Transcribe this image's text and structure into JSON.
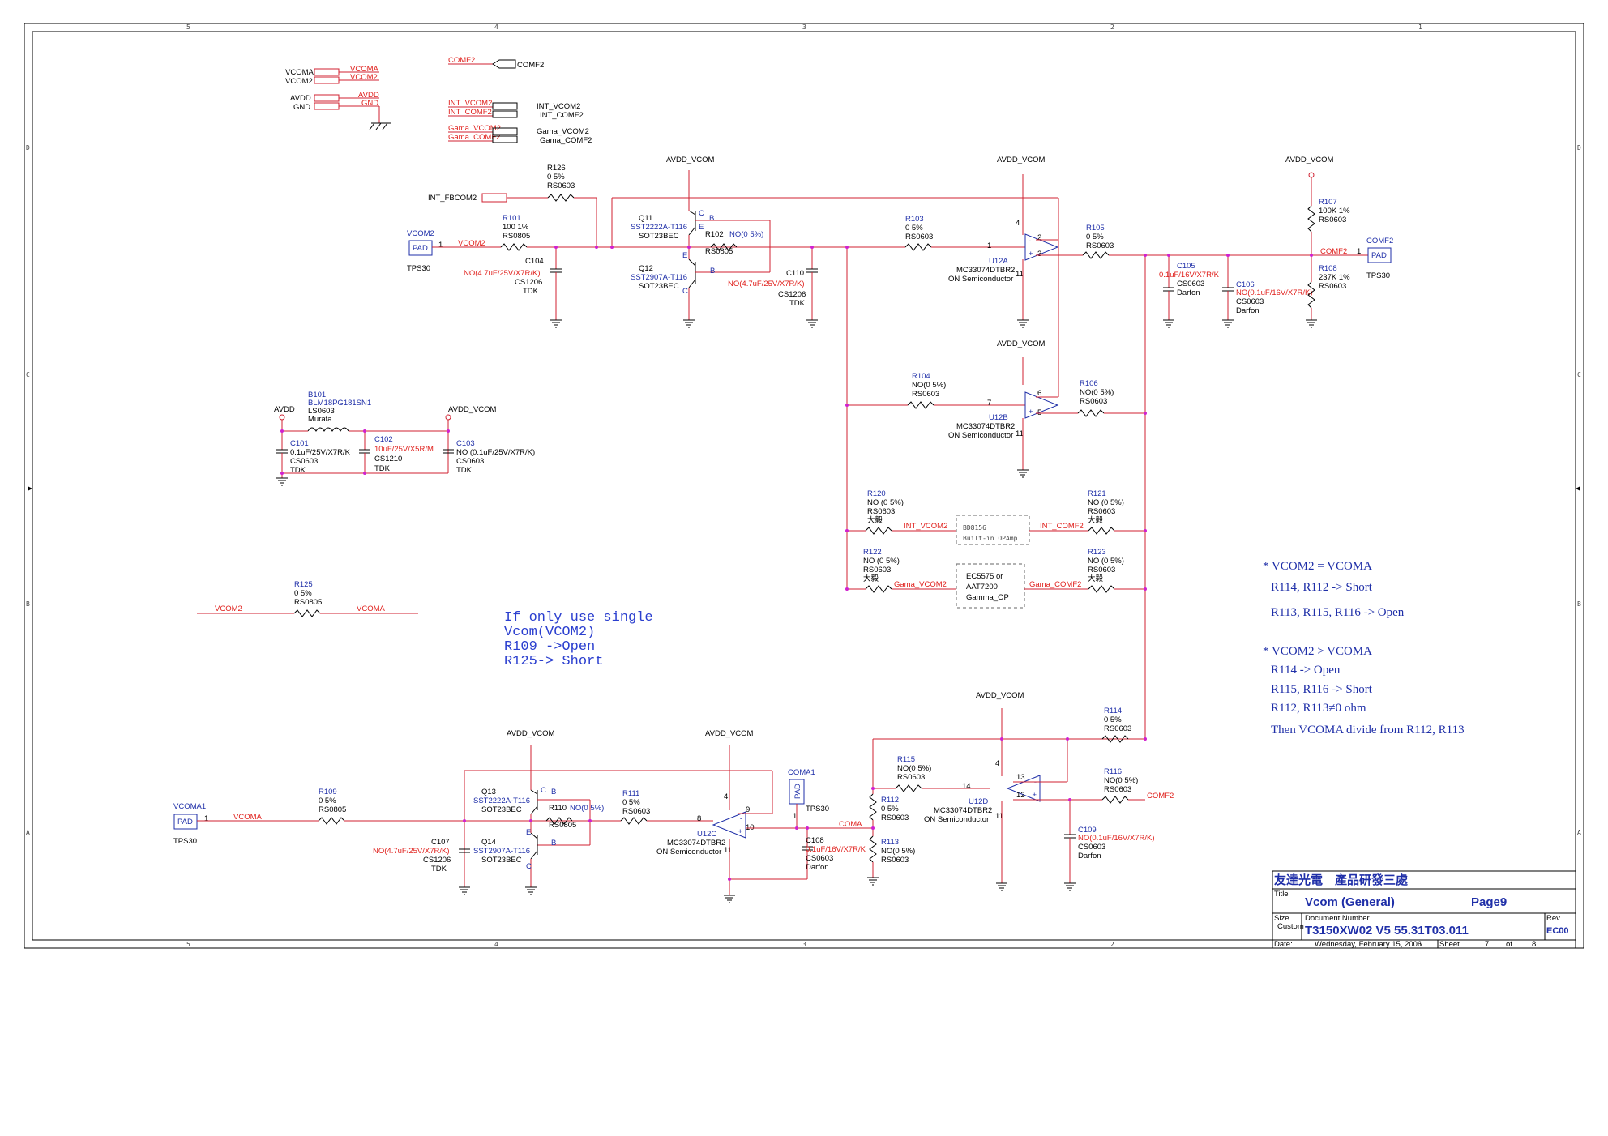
{
  "border_ticks": {
    "top": [
      "5",
      "4",
      "3",
      "2",
      "1"
    ],
    "left": [
      "D",
      "C",
      "B",
      "A"
    ]
  },
  "ports": {
    "vcoma": "VCOMA",
    "vcom2": "VCOM2",
    "avdd": "AVDD",
    "gnd": "GND",
    "comf2": "COMF2",
    "int_vcom2": "INT_VCOM2",
    "int_comf2": "INT_COMF2",
    "gama_vcom2": "Gama_VCOM2",
    "gama_comf2": "Gama_COMF2",
    "int_fbcom2": "INT_FBCOM2",
    "coma": "COMA",
    "avdd_vcom": "AVDD_VCOM"
  },
  "pads": {
    "vcom2": {
      "ref": "VCOM2",
      "label": "PAD",
      "pin": "1",
      "type": "TPS30"
    },
    "comf2": {
      "ref": "COMF2",
      "label": "PAD",
      "pin": "1",
      "type": "TPS30"
    },
    "vcoma1": {
      "ref": "VCOMA1",
      "label": "PAD",
      "pin": "1",
      "type": "TPS30"
    },
    "coma1": {
      "ref": "COMA1",
      "label": "PAD",
      "pin": "1",
      "type": "TPS30"
    }
  },
  "parts": {
    "r126": [
      "R126",
      "0 5%",
      "RS0603"
    ],
    "r101": [
      "R101",
      "100 1%",
      "RS0805"
    ],
    "q11": [
      "Q11",
      "SST2222A-T116",
      "SOT23BEC"
    ],
    "r102": [
      "R102",
      "NO(0 5%)",
      "RS0805"
    ],
    "q12": [
      "Q12",
      "SST2907A-T116",
      "SOT23BEC"
    ],
    "c104": [
      "C104",
      "NO(4.7uF/25V/X7R/K)",
      "CS1206",
      "TDK"
    ],
    "c110": [
      "C110",
      "NO(4.7uF/25V/X7R/K)",
      "CS1206",
      "TDK"
    ],
    "r103": [
      "R103",
      "0 5%",
      "RS0603"
    ],
    "u12a": [
      "U12A",
      "MC33074DTBR2",
      "ON Semiconductor"
    ],
    "r105": [
      "R105",
      "0 5%",
      "RS0603"
    ],
    "c105": [
      "C105",
      "0.1uF/16V/X7R/K",
      "CS0603",
      "Darfon"
    ],
    "c106": [
      "C106",
      "NO(0.1uF/16V/X7R/K)",
      "CS0603",
      "Darfon"
    ],
    "r107": [
      "R107",
      "100K 1%",
      "RS0603"
    ],
    "r108": [
      "R108",
      "237K 1%",
      "RS0603"
    ],
    "r104": [
      "R104",
      "NO(0 5%)",
      "RS0603"
    ],
    "u12b": [
      "U12B",
      "MC33074DTBR2",
      "ON Semiconductor"
    ],
    "r106": [
      "R106",
      "NO(0 5%)",
      "RS0603"
    ],
    "b101": [
      "B101",
      "BLM18PG181SN1",
      "LS0603",
      "Murata"
    ],
    "c101": [
      "C101",
      "0.1uF/25V/X7R/K",
      "CS0603",
      "TDK"
    ],
    "c102": [
      "C102",
      "10uF/25V/X5R/M",
      "CS1210",
      "TDK"
    ],
    "c103": [
      "C103",
      "NO (0.1uF/25V/X7R/K)",
      "CS0603",
      "TDK"
    ],
    "r120": [
      "R120",
      "NO (0 5%)",
      "RS0603",
      "大毅"
    ],
    "r121": [
      "R121",
      "NO (0 5%)",
      "RS0603",
      "大毅"
    ],
    "r122": [
      "R122",
      "NO (0 5%)",
      "RS0603",
      "大毅"
    ],
    "r123": [
      "R123",
      "NO (0 5%)",
      "RS0603",
      "大毅"
    ],
    "r125": [
      "R125",
      "0 5%",
      "RS0805"
    ],
    "r109": [
      "R109",
      "0 5%",
      "RS0805"
    ],
    "q13": [
      "Q13",
      "SST2222A-T116",
      "SOT23BEC"
    ],
    "r110": [
      "R110",
      "NO(0 5%)",
      "RS0805"
    ],
    "q14": [
      "Q14",
      "SST2907A-T116",
      "SOT23BEC"
    ],
    "c107": [
      "C107",
      "NO(4.7uF/25V/X7R/K)",
      "CS1206",
      "TDK"
    ],
    "r111": [
      "R111",
      "0 5%",
      "RS0603"
    ],
    "u12c": [
      "U12C",
      "MC33074DTBR2",
      "ON Semiconductor"
    ],
    "c108": [
      "C108",
      "0.1uF/16V/X7R/K",
      "CS0603",
      "Darfon"
    ],
    "r112": [
      "R112",
      "0 5%",
      "RS0603"
    ],
    "r113": [
      "R113",
      "NO(0 5%)",
      "RS0603"
    ],
    "r115": [
      "R115",
      "NO(0 5%)",
      "RS0603"
    ],
    "u12d": [
      "U12D",
      "MC33074DTBR2",
      "ON Semiconductor"
    ],
    "r114": [
      "R114",
      "0 5%",
      "RS0603"
    ],
    "r116": [
      "R116",
      "NO(0 5%)",
      "RS0603"
    ],
    "c109": [
      "C109",
      "NO(0.1uF/16V/X7R/K)",
      "CS0603",
      "Darfon"
    ]
  },
  "blocks": {
    "bd": [
      "BD8156",
      "Built-in OPAmp"
    ],
    "ec": [
      "EC5575 or",
      "AAT7200",
      "Gamma_OP"
    ]
  },
  "pins": {
    "u12a": [
      "4",
      "2",
      "1",
      "3",
      "11"
    ],
    "u12b": [
      "7",
      "6",
      "5",
      "11"
    ],
    "u12c": [
      "4",
      "9",
      "8",
      "10",
      "11"
    ],
    "u12d": [
      "4",
      "13",
      "14",
      "12",
      "11"
    ],
    "q": [
      "C",
      "B",
      "E"
    ]
  },
  "notes": {
    "single": [
      "If only use single",
      "Vcom(VCOM2)",
      "R109 ->Open",
      "R125-> Short"
    ],
    "rules": [
      "* VCOM2 = VCOMA",
      "R114, R112 -> Short",
      "R113, R115, R116 -> Open",
      "* VCOM2 > VCOMA",
      "R114 -> Open",
      "R115, R116 -> Short",
      "R112, R113≠0 ohm",
      "Then VCOMA divide from R112, R113"
    ]
  },
  "title_block": {
    "company": "友達光電　產品研發三處",
    "title_label": "Title",
    "title": "Vcom (General)",
    "page": "Page9",
    "size_label": "Size",
    "size": "Custom",
    "doc_label": "Document Number",
    "doc": "T3150XW02 V5 55.31T03.011",
    "rev_label": "Rev",
    "rev": "EC00",
    "date_label": "Date:",
    "date": "Wednesday, February 15, 2006",
    "sheet_label": "Sheet",
    "sheet": "7",
    "of_label": "of",
    "of": "8"
  }
}
